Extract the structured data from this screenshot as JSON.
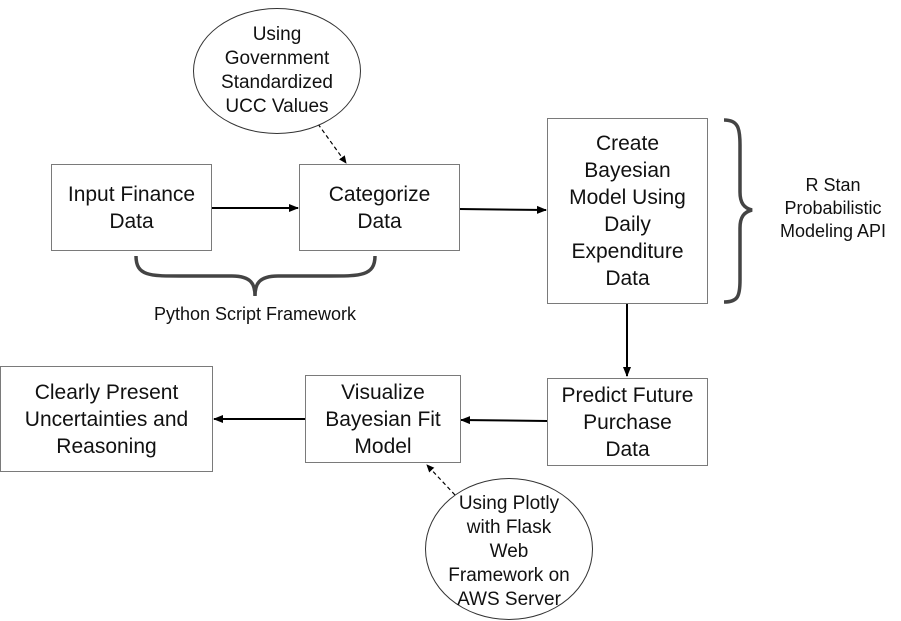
{
  "nodes": {
    "input_finance": "Input Finance\nData",
    "categorize": "Categorize\nData",
    "create_model": "Create\nBayesian\nModel Using\nDaily\nExpenditure\nData",
    "predict": "Predict Future\nPurchase\nData",
    "visualize": "Visualize\nBayesian Fit\nModel",
    "present": "Clearly Present\nUncertainties and\nReasoning"
  },
  "notes": {
    "ucc": "Using\nGovernment\nStandardized\nUCC Values",
    "plotly": "Using Plotly\nwith Flask\nWeb\nFramework on\nAWS Server"
  },
  "groups": {
    "python": "Python Script Framework",
    "rstan": "R Stan\nProbabilistic\nModeling API"
  },
  "edges": [
    {
      "from": "input_finance",
      "to": "categorize",
      "style": "solid"
    },
    {
      "from": "categorize",
      "to": "create_model",
      "style": "solid"
    },
    {
      "from": "create_model",
      "to": "predict",
      "style": "solid"
    },
    {
      "from": "predict",
      "to": "visualize",
      "style": "solid"
    },
    {
      "from": "visualize",
      "to": "present",
      "style": "solid"
    },
    {
      "from": "ucc",
      "to": "categorize",
      "style": "dashed"
    },
    {
      "from": "plotly",
      "to": "visualize",
      "style": "dashed"
    }
  ]
}
